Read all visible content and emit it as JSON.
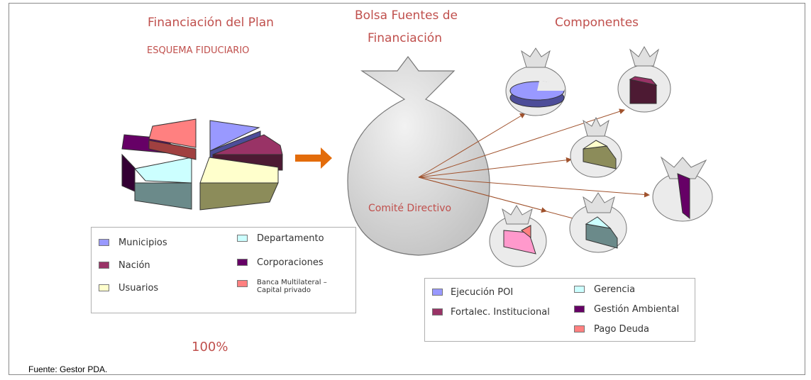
{
  "titles": {
    "left": "Financiación del Plan",
    "left_sub": "ESQUEMA FIDUCIARIO",
    "middle_line1": "Bolsa Fuentes de",
    "middle_line2": "Financiación",
    "right": "Componentes",
    "committee": "Comité Directivo",
    "total": "100%"
  },
  "source_legend": [
    {
      "label": "Municipios",
      "color": "#9999ff"
    },
    {
      "label": "Nación",
      "color": "#993366"
    },
    {
      "label": "Usuarios",
      "color": "#ffffcc"
    },
    {
      "label": "Departamento",
      "color": "#ccffff"
    },
    {
      "label": "Corporaciones",
      "color": "#660066"
    },
    {
      "label_line1": "Banca Multilateral –",
      "label_line2": "Capital privado",
      "color": "#ff8080"
    }
  ],
  "component_legend": [
    {
      "label": "Ejecución POI",
      "color": "#9999ff"
    },
    {
      "label": "Fortalec. Institucional",
      "color": "#993366"
    },
    {
      "label": "Gerencia",
      "color": "#ccffff"
    },
    {
      "label": "Gestión Ambiental",
      "color": "#660066"
    },
    {
      "label": "Pago Deuda",
      "color": "#ff8080"
    }
  ],
  "footer": {
    "source": "Fuente: Gestor PDA."
  }
}
